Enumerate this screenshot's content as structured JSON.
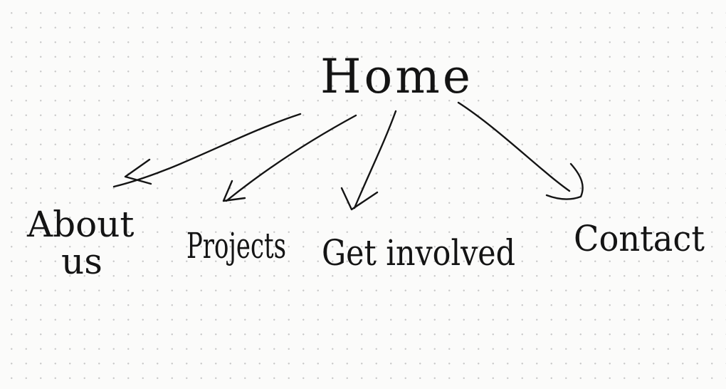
{
  "diagram": {
    "root": {
      "label": "Home"
    },
    "children": [
      {
        "label_lines": [
          "About",
          "us"
        ]
      },
      {
        "label_lines": [
          "Projects"
        ]
      },
      {
        "label_lines": [
          "Get involved"
        ]
      },
      {
        "label_lines": [
          "Contact"
        ]
      }
    ],
    "edges": [
      {
        "from": "Home",
        "to": "About us"
      },
      {
        "from": "Home",
        "to": "Projects"
      },
      {
        "from": "Home",
        "to": "Get involved"
      },
      {
        "from": "Home",
        "to": "Contact"
      }
    ],
    "colors": {
      "ink": "#141414",
      "paper": "#fbfbfa",
      "grid_dot": "#c9c9c9"
    }
  }
}
